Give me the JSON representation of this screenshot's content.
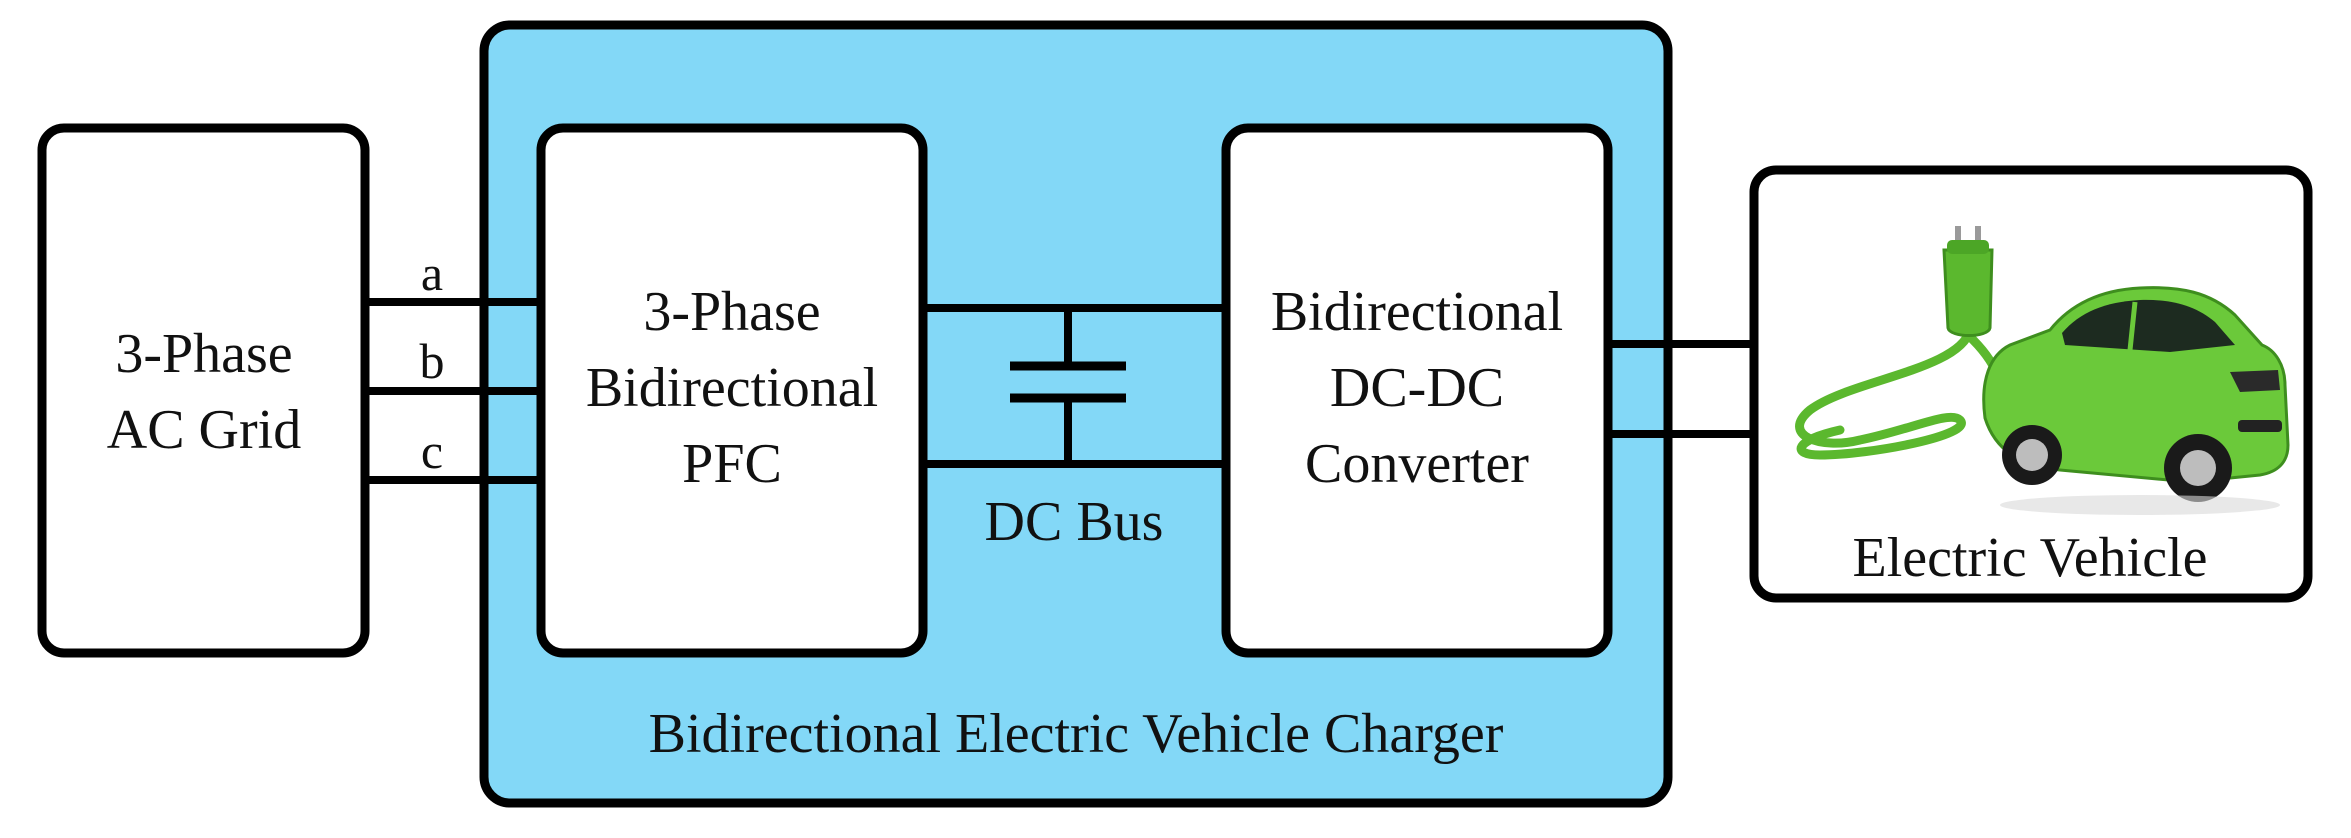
{
  "grid": {
    "line1": "3-Phase",
    "line2": "AC Grid"
  },
  "phases": [
    "a",
    "b",
    "c"
  ],
  "charger": {
    "label": "Bidirectional Electric Vehicle Charger",
    "fill": "#83D8F7"
  },
  "pfc": {
    "line1": "3-Phase",
    "line2": "Bidirectional",
    "line3": "PFC"
  },
  "dc_bus": {
    "label": "DC Bus"
  },
  "dcdc": {
    "line1": "Bidirectional",
    "line2": "DC-DC",
    "line3": "Converter"
  },
  "ev": {
    "label": "Electric Vehicle",
    "car_color": "#6BC93A",
    "plug_color": "#5BB82E"
  }
}
